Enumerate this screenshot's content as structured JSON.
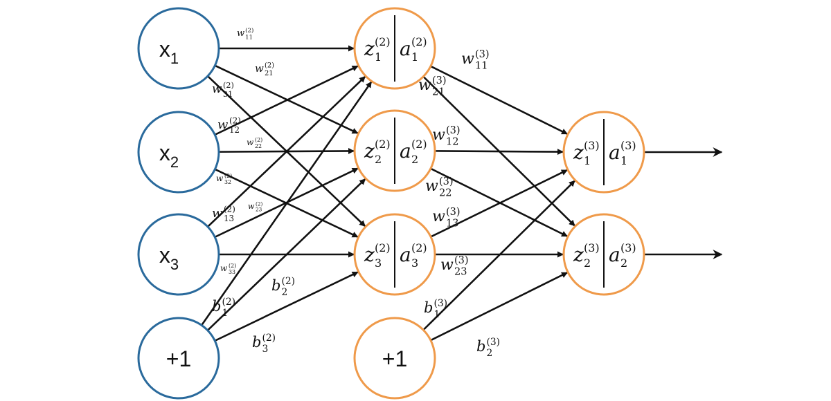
{
  "input_layer": [
    {
      "id": "x1",
      "base": "x",
      "sub": "1"
    },
    {
      "id": "x2",
      "base": "x",
      "sub": "2"
    },
    {
      "id": "x3",
      "base": "x",
      "sub": "3"
    },
    {
      "id": "b1",
      "base": "+1",
      "sub": ""
    }
  ],
  "hidden_layer": [
    {
      "id": "h1",
      "z": "z",
      "z_sub": "1",
      "a": "a",
      "a_sub": "1",
      "sup": "(2)"
    },
    {
      "id": "h2",
      "z": "z",
      "z_sub": "2",
      "a": "a",
      "a_sub": "2",
      "sup": "(2)"
    },
    {
      "id": "h3",
      "z": "z",
      "z_sub": "3",
      "a": "a",
      "a_sub": "3",
      "sup": "(2)"
    },
    {
      "id": "hb",
      "base": "+1"
    }
  ],
  "output_layer": [
    {
      "id": "o1",
      "z": "z",
      "z_sub": "1",
      "a": "a",
      "a_sub": "1",
      "sup": "(3)"
    },
    {
      "id": "o2",
      "z": "z",
      "z_sub": "2",
      "a": "a",
      "a_sub": "2",
      "sup": "(3)"
    }
  ],
  "weight_labels": [
    {
      "id": "w11_2",
      "base": "w",
      "sub": "11",
      "sup": "(2)"
    },
    {
      "id": "w21_2",
      "base": "w",
      "sub": "21",
      "sup": "(2)"
    },
    {
      "id": "w31_2",
      "base": "w",
      "sub": "31",
      "sup": "(2)"
    },
    {
      "id": "w12_2",
      "base": "w",
      "sub": "12",
      "sup": "(2)"
    },
    {
      "id": "w22_2",
      "base": "w",
      "sub": "22",
      "sup": "(2)"
    },
    {
      "id": "w32_2",
      "base": "w",
      "sub": "32",
      "sup": "(2)"
    },
    {
      "id": "w13_2",
      "base": "w",
      "sub": "13",
      "sup": "(2)"
    },
    {
      "id": "w23_2",
      "base": "w",
      "sub": "23",
      "sup": "(2)"
    },
    {
      "id": "w33_2",
      "base": "w",
      "sub": "33",
      "sup": "(2)"
    },
    {
      "id": "b1_2",
      "base": "b",
      "sub": "1",
      "sup": "(2)"
    },
    {
      "id": "b2_2",
      "base": "b",
      "sub": "2",
      "sup": "(2)"
    },
    {
      "id": "b3_2",
      "base": "b",
      "sub": "3",
      "sup": "(2)"
    },
    {
      "id": "w11_3",
      "base": "w",
      "sub": "11",
      "sup": "(3)"
    },
    {
      "id": "w21_3",
      "base": "w",
      "sub": "21",
      "sup": "(3)"
    },
    {
      "id": "w12_3",
      "base": "w",
      "sub": "12",
      "sup": "(3)"
    },
    {
      "id": "w22_3",
      "base": "w",
      "sub": "22",
      "sup": "(3)"
    },
    {
      "id": "w13_3",
      "base": "w",
      "sub": "13",
      "sup": "(3)"
    },
    {
      "id": "w23_3",
      "base": "w",
      "sub": "23",
      "sup": "(3)"
    },
    {
      "id": "b1_3",
      "base": "b",
      "sub": "1",
      "sup": "(3)"
    },
    {
      "id": "b2_3",
      "base": "b",
      "sub": "2",
      "sup": "(3)"
    }
  ],
  "colors": {
    "input_node": "#2a6a9c",
    "hidden_node": "#ef9a4a",
    "edge": "#111111"
  }
}
